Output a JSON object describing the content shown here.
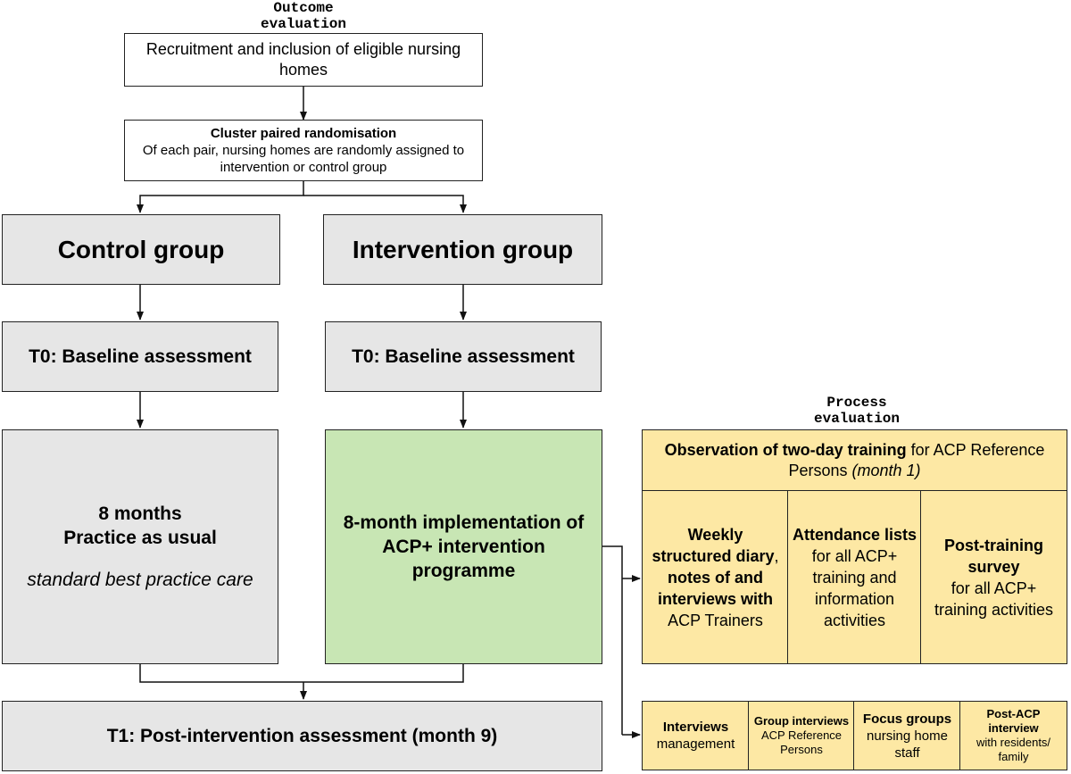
{
  "outcome_label": [
    "Outcome",
    "evaluation"
  ],
  "process_label": [
    "Process",
    "evaluation"
  ],
  "recruitment": "Recruitment and inclusion of eligible nursing homes",
  "randomisation": {
    "title": "Cluster paired randomisation",
    "body": "Of each pair, nursing homes are randomly assigned to intervention or control group"
  },
  "control": {
    "group": "Control group",
    "baseline": "T0: Baseline assessment",
    "line1": "8 months",
    "line2": "Practice as usual",
    "line3": "standard best practice care"
  },
  "intervention": {
    "group": "Intervention group",
    "baseline": "T0: Baseline assessment",
    "programme": "8-month implementation of ACP+ intervention programme"
  },
  "followup": "T1: Post-intervention assessment (month 9)",
  "process": {
    "observation": {
      "bold": "Observation of two-day training",
      "normal": " for ACP Reference Persons ",
      "italic": "(month 1)"
    },
    "diary": {
      "bold": "Weekly structured diary",
      "comma": ",",
      "bold2": "notes of and interviews with",
      "normal": "ACP Trainers"
    },
    "attendance": {
      "bold": "Attendance lists",
      "normal": "for all ACP+ training and information activities"
    },
    "survey": {
      "bold": "Post-training survey",
      "normal": "for all ACP+ training activities"
    },
    "interviews": {
      "bold": "Interviews",
      "normal": "management"
    },
    "group_interviews": {
      "bold": "Group interviews",
      "normal": "ACP Reference Persons"
    },
    "focus_groups": {
      "bold": "Focus groups",
      "normal": "nursing home staff"
    },
    "post_acp": {
      "bold": "Post-ACP interview",
      "normal": "with residents/ family"
    }
  }
}
